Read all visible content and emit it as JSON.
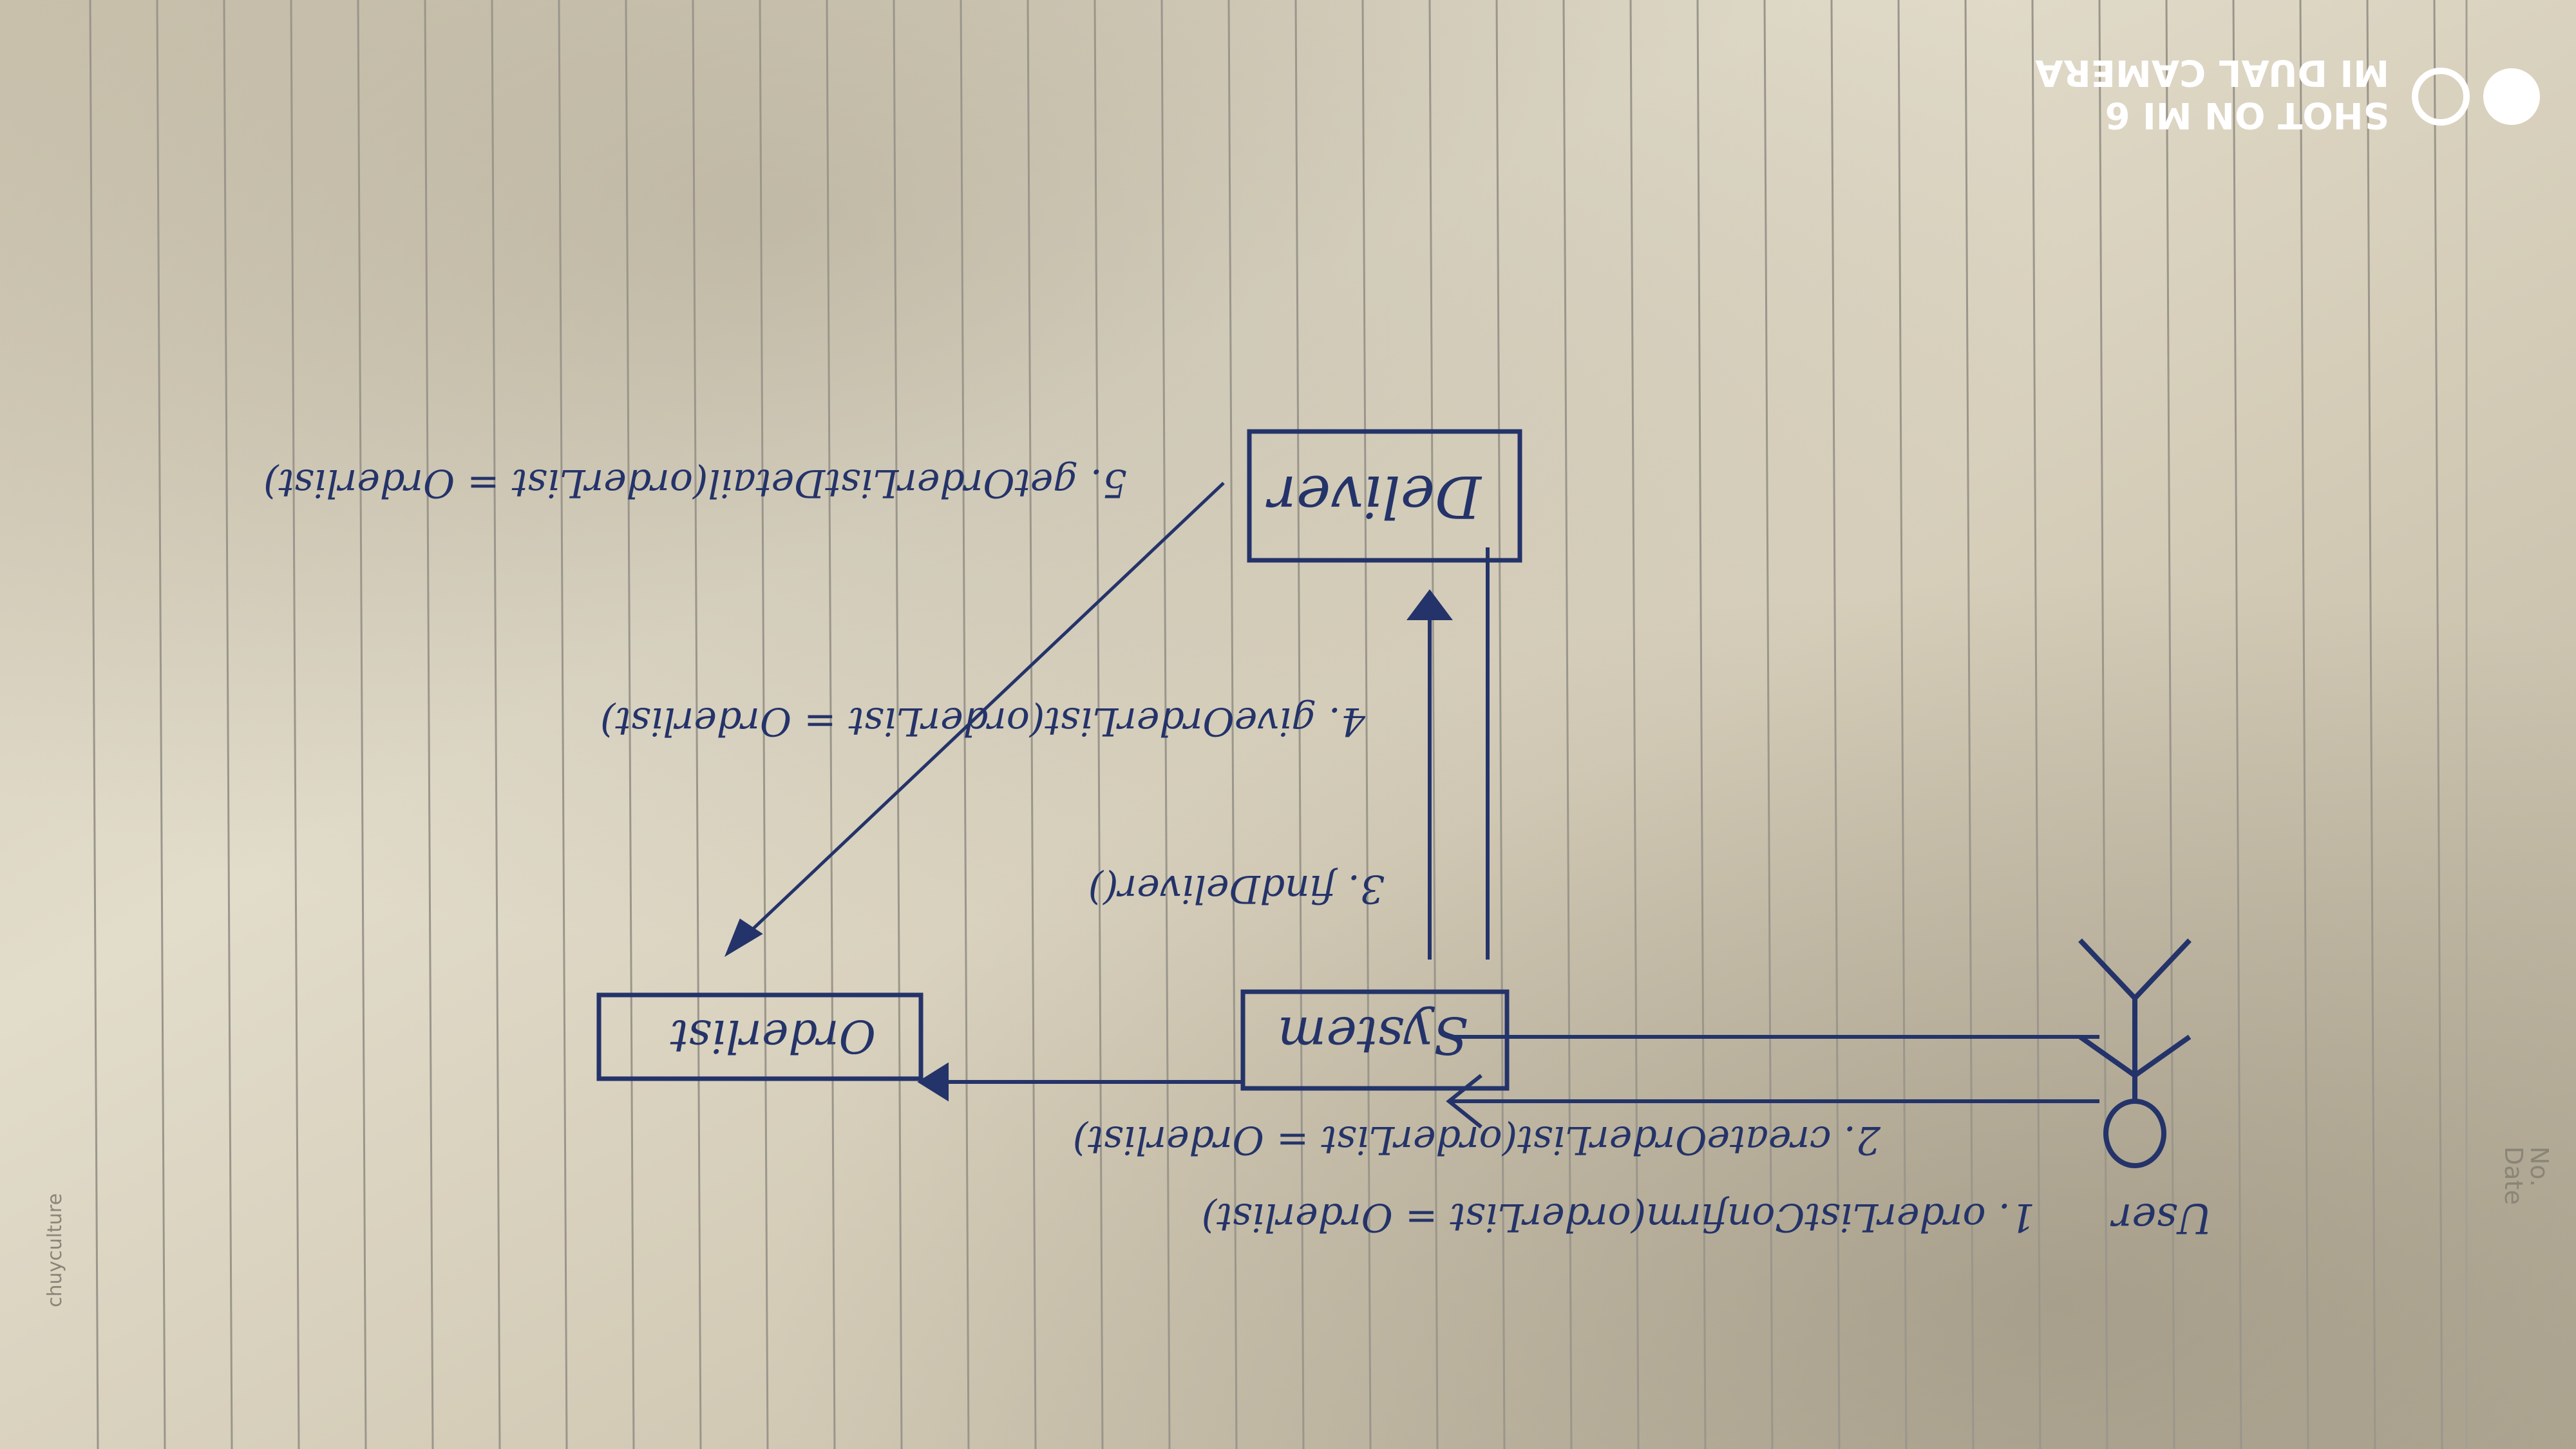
{
  "photo": {
    "description_free": true,
    "watermark": {
      "line1": "SHOT ON MI 6",
      "line2": "MI DUAL CAMERA"
    },
    "notebook": {
      "header_no": "No.",
      "header_date": "Date",
      "brand": "chuyculture"
    },
    "sketch": {
      "actor": "User",
      "msg1": "1. orderListConfirm(orderList = Orderlist)",
      "msg2": "2. createOrderList(orderList = Orderlist)",
      "msg3": "3. findDeliver()",
      "msg4": "4. giveOrderList(orderList = Orderlist)",
      "msg5": "5. getOrderListDetail(orderList = Orderlist)",
      "box_system": "System",
      "box_orderlist": "Orderlist",
      "box_deliver": "Deliver"
    },
    "colors": {
      "paper": "#d8d0bc",
      "ink": "#243369",
      "rule": "#9a968c"
    }
  }
}
